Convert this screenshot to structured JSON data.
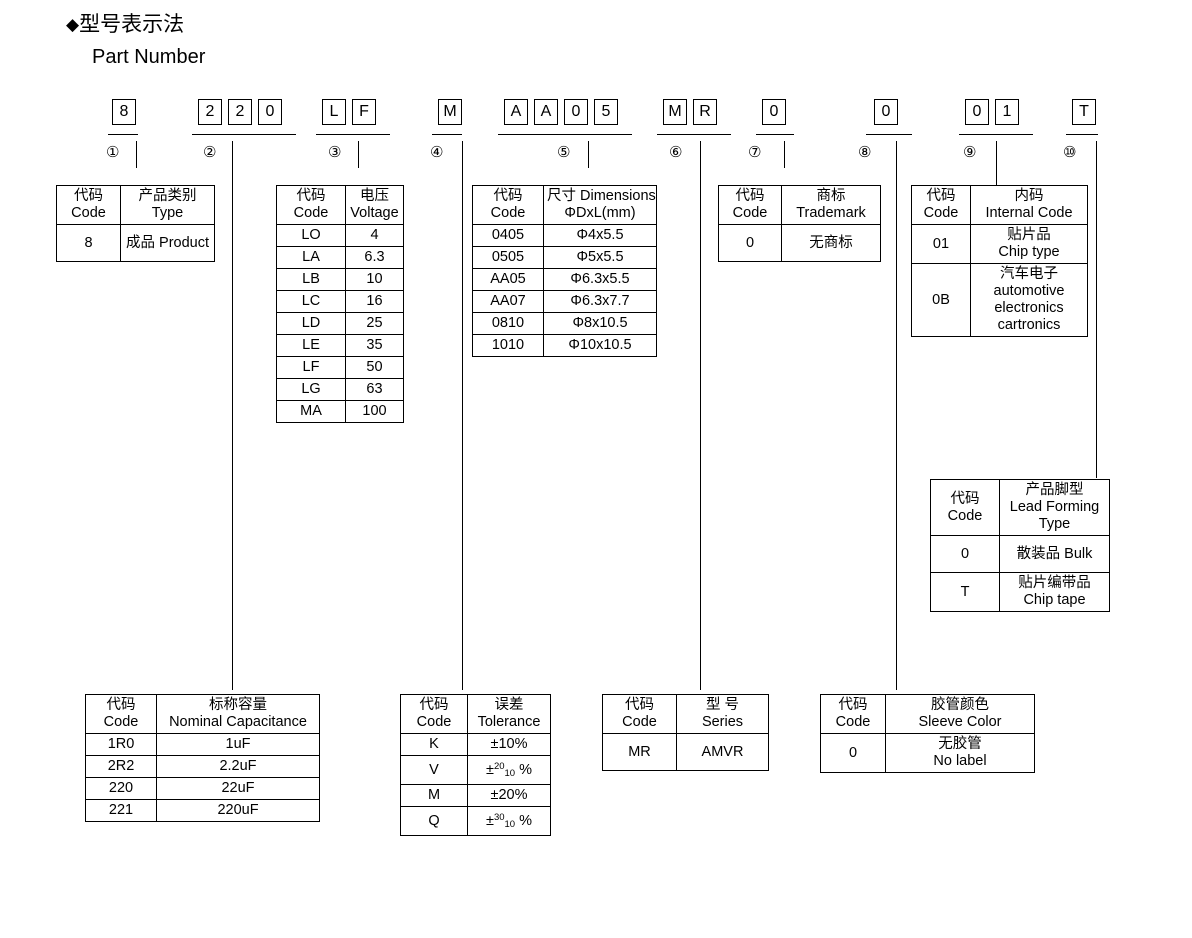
{
  "heading": {
    "diamond": "◆",
    "title_cn": "型号表示法",
    "title_en": "Part Number"
  },
  "part_number": {
    "groups": [
      {
        "index": "①",
        "chars": [
          "8"
        ]
      },
      {
        "index": "②",
        "chars": [
          "2",
          "2",
          "0"
        ]
      },
      {
        "index": "③",
        "chars": [
          "L",
          "F"
        ]
      },
      {
        "index": "④",
        "chars": [
          "M"
        ]
      },
      {
        "index": "⑤",
        "chars": [
          "A",
          "A",
          "0",
          "5"
        ]
      },
      {
        "index": "⑥",
        "chars": [
          "M",
          "R"
        ]
      },
      {
        "index": "⑦",
        "chars": [
          "0"
        ]
      },
      {
        "index": "⑧",
        "chars": [
          "0"
        ]
      },
      {
        "index": "⑨",
        "chars": [
          "0",
          "1"
        ]
      },
      {
        "index": "⑩",
        "chars": [
          "T"
        ]
      }
    ]
  },
  "tables": {
    "type": {
      "header_code_cn": "代码",
      "header_code_en": "Code",
      "header_value_cn": "产品类别",
      "header_value_en": "Type",
      "rows": [
        {
          "code": "8",
          "value": "成品 Product"
        }
      ]
    },
    "voltage": {
      "header_code_cn": "代码",
      "header_code_en": "Code",
      "header_value_cn": "电压",
      "header_value_en": "Voltage",
      "rows": [
        {
          "code": "LO",
          "value": "4"
        },
        {
          "code": "LA",
          "value": "6.3"
        },
        {
          "code": "LB",
          "value": "10"
        },
        {
          "code": "LC",
          "value": "16"
        },
        {
          "code": "LD",
          "value": "25"
        },
        {
          "code": "LE",
          "value": "35"
        },
        {
          "code": "LF",
          "value": "50"
        },
        {
          "code": "LG",
          "value": "63"
        },
        {
          "code": "MA",
          "value": "100"
        }
      ]
    },
    "dimensions": {
      "header_code_cn": "代码",
      "header_code_en": "Code",
      "header_value_cn": "尺寸 Dimensions",
      "header_value_en": "ΦDxL(mm)",
      "rows": [
        {
          "code": "0405",
          "value": "Φ4x5.5"
        },
        {
          "code": "0505",
          "value": "Φ5x5.5"
        },
        {
          "code": "AA05",
          "value": "Φ6.3x5.5"
        },
        {
          "code": "AA07",
          "value": "Φ6.3x7.7"
        },
        {
          "code": "0810",
          "value": "Φ8x10.5"
        },
        {
          "code": "1010",
          "value": "Φ10x10.5"
        }
      ]
    },
    "trademark": {
      "header_code_cn": "代码",
      "header_code_en": "Code",
      "header_value_cn": "商标",
      "header_value_en": "Trademark",
      "rows": [
        {
          "code": "0",
          "value": "无商标"
        }
      ]
    },
    "internal_code": {
      "header_code_cn": "代码",
      "header_code_en": "Code",
      "header_value_cn": "内码",
      "header_value_en": "Internal Code",
      "rows": [
        {
          "code": "01",
          "line1": "贴片品",
          "line2": "Chip type"
        },
        {
          "code": "0B",
          "line1": "汽车电子",
          "line2": "automotive",
          "line3": "electronics",
          "line4": "cartronics"
        }
      ]
    },
    "lead_forming": {
      "header_code_cn": "代码",
      "header_code_en": "Code",
      "header_value_cn": "产品脚型",
      "header_value_en": "Lead Forming",
      "header_value_en2": "Type",
      "rows": [
        {
          "code": "0",
          "line1": "散装品 Bulk"
        },
        {
          "code": "T",
          "line1": "贴片编带品",
          "line2": "Chip tape"
        }
      ]
    },
    "capacitance": {
      "header_code_cn": "代码",
      "header_code_en": "Code",
      "header_value_cn": "标称容量",
      "header_value_en": "Nominal Capacitance",
      "rows": [
        {
          "code": "1R0",
          "value": "1uF"
        },
        {
          "code": "2R2",
          "value": "2.2uF"
        },
        {
          "code": "220",
          "value": "22uF"
        },
        {
          "code": "221",
          "value": "220uF"
        }
      ]
    },
    "tolerance": {
      "header_code_cn": "代码",
      "header_code_en": "Code",
      "header_value_cn": "误差",
      "header_value_en": "Tolerance",
      "rows": [
        {
          "code": "K",
          "value": "±10%",
          "sup": "",
          "sub": ""
        },
        {
          "code": "V",
          "value": "",
          "prefix": "±",
          "sup": "20",
          "sub": "10",
          "suffix": "%"
        },
        {
          "code": "M",
          "value": "±20%",
          "sup": "",
          "sub": ""
        },
        {
          "code": "Q",
          "value": "",
          "prefix": "±",
          "sup": "30",
          "sub": "10",
          "suffix": "%"
        }
      ]
    },
    "series": {
      "header_code_cn": "代码",
      "header_code_en": "Code",
      "header_value_cn": "型 号",
      "header_value_en": "Series",
      "rows": [
        {
          "code": "MR",
          "value": "AMVR"
        }
      ]
    },
    "sleeve_color": {
      "header_code_cn": "代码",
      "header_code_en": "Code",
      "header_value_cn": "胶管颜色",
      "header_value_en": "Sleeve Color",
      "rows": [
        {
          "code": "0",
          "line1": "无胶管",
          "line2": "No label"
        }
      ]
    }
  }
}
